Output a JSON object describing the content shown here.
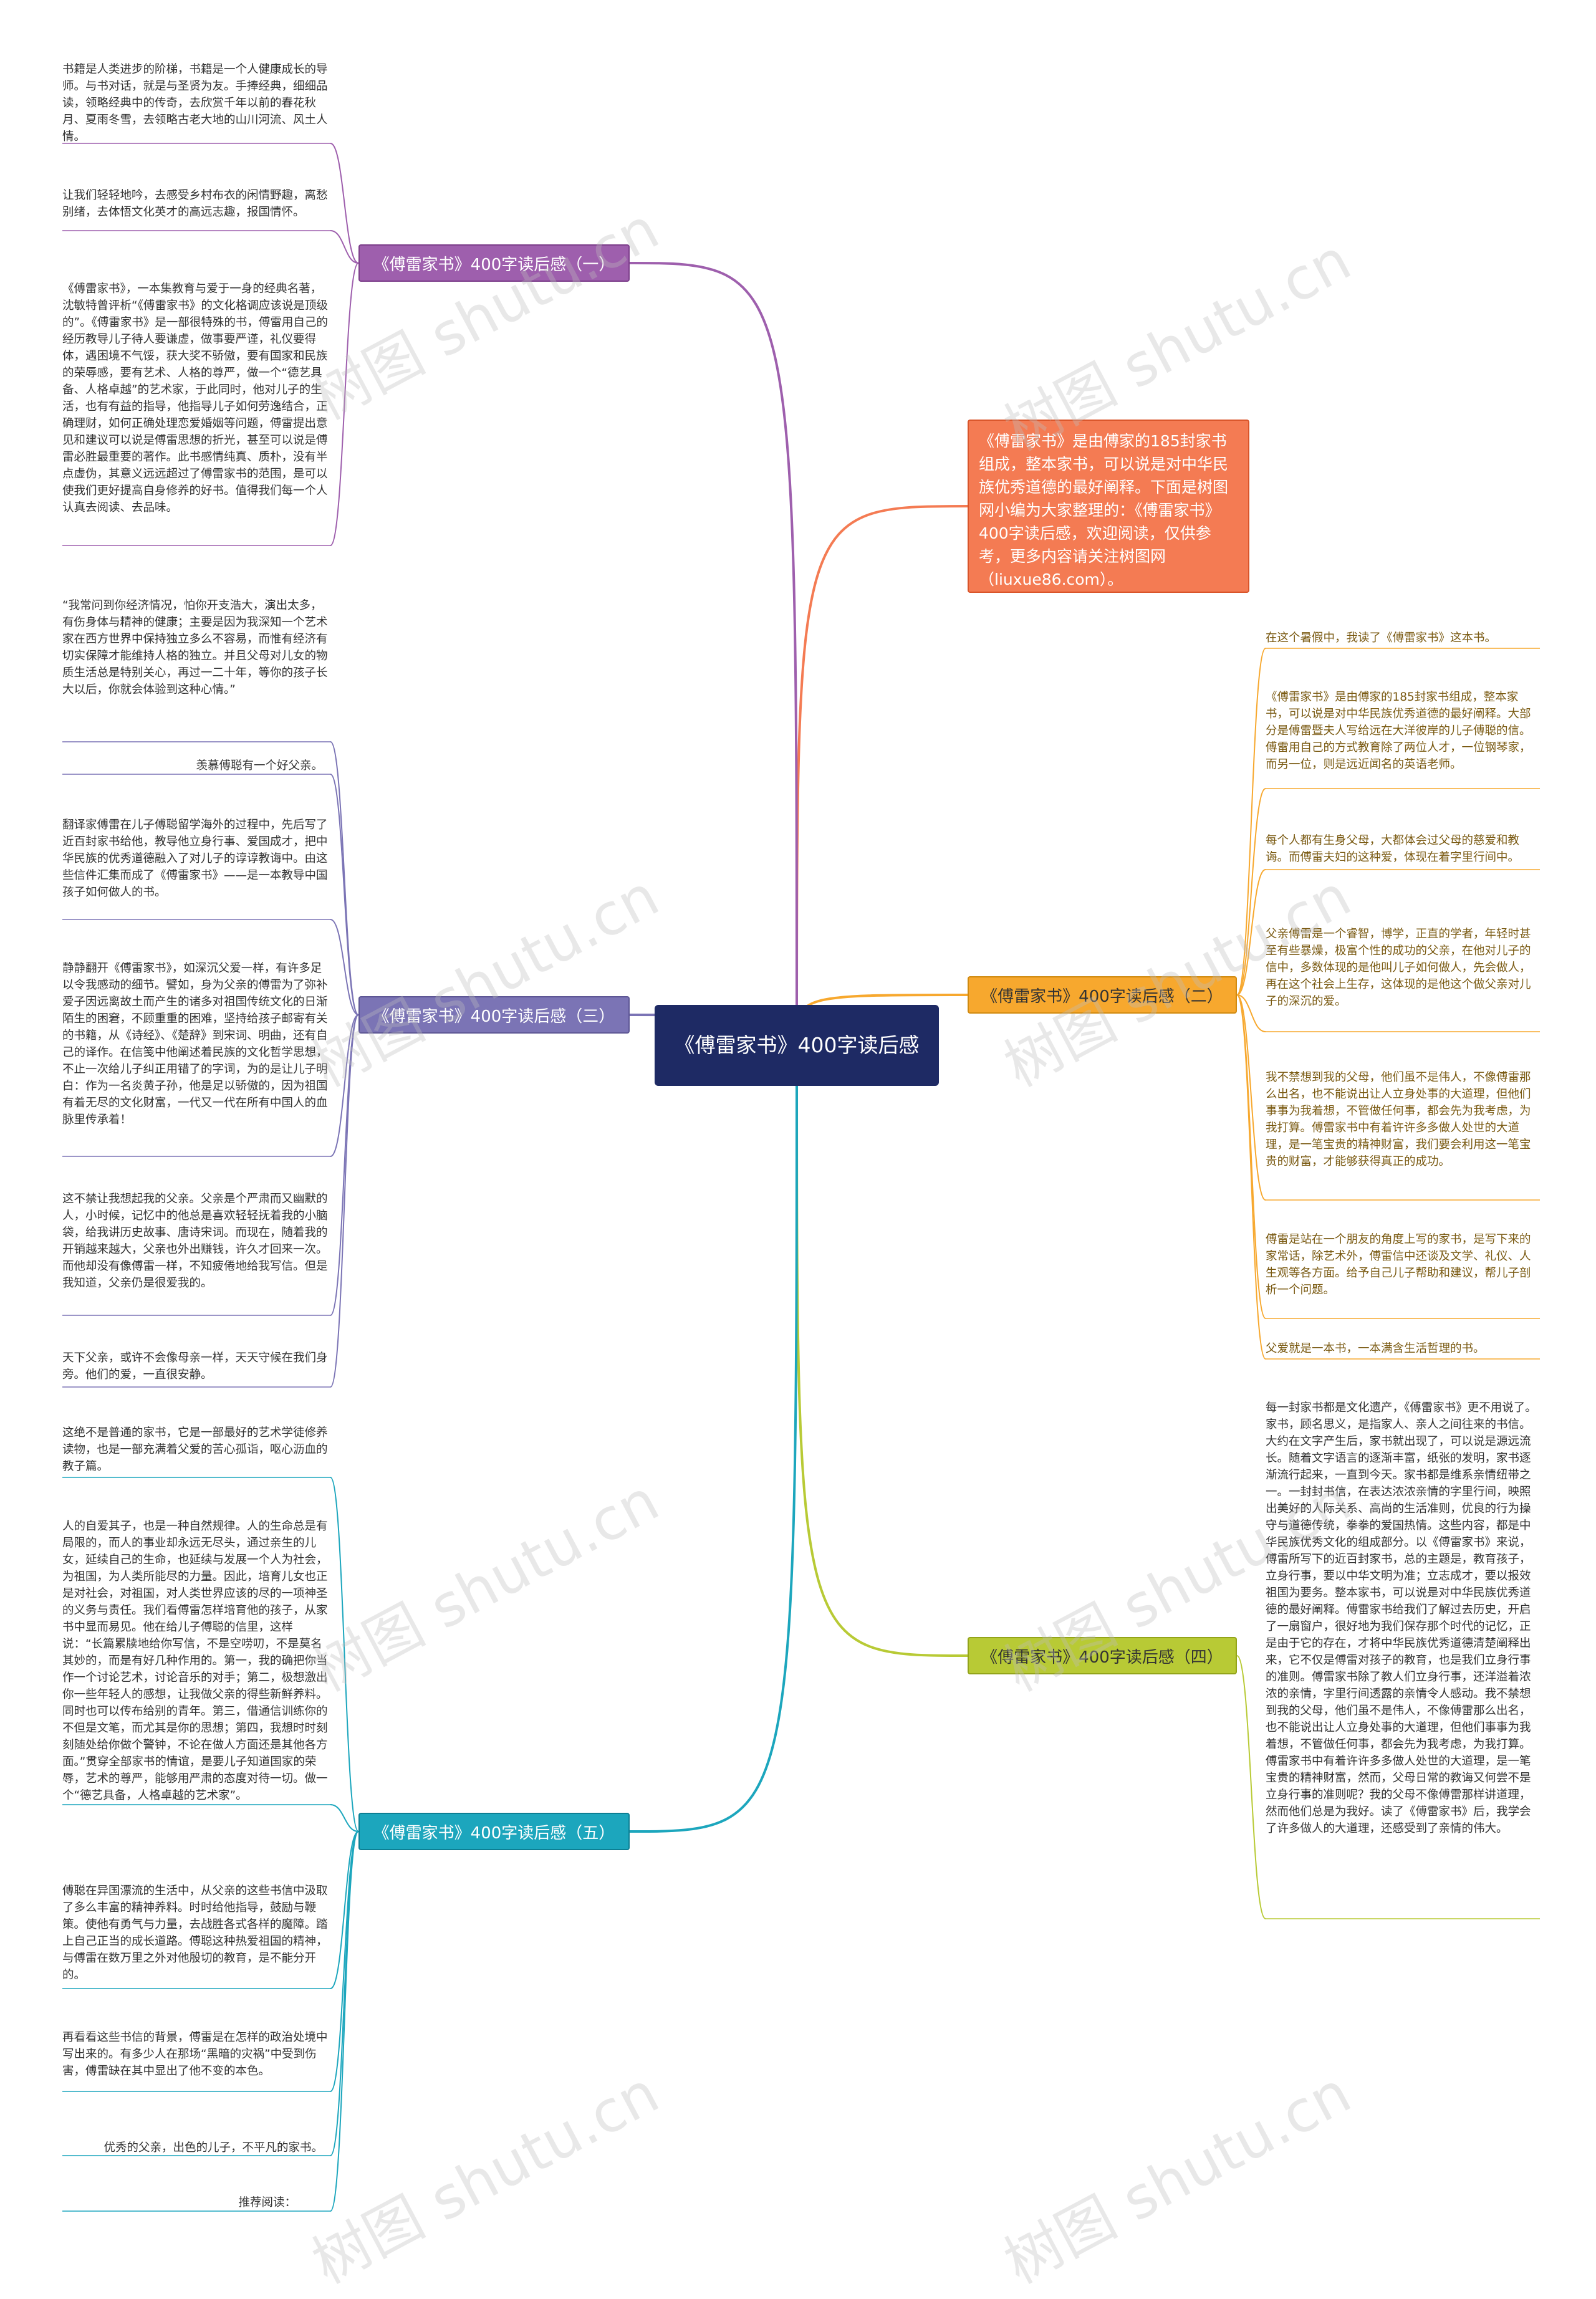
{
  "center": "《傅雷家书》400字读后感",
  "intro": "《傅雷家书》是由傅家的185封家书组成，整本家书，可以说是对中华民族优秀道德的最好阐释。下面是树图网小编为大家整理的：《傅雷家书》400字读后感，欢迎阅读，仅供参考，更多内容请关注树图网（liuxue86.com）。",
  "branches": [
    {
      "label": "《傅雷家书》400字读后感（一）",
      "leaves": [
        "书籍是人类进步的阶梯，书籍是一个人健康成长的导师。与书对话，就是与圣贤为友。手捧经典，细细品读，领略经典中的传奇，去欣赏千年以前的春花秋月、夏雨冬雪，去领略古老大地的山川河流、风土人情。",
        "让我们轻轻地吟，去感受乡村布衣的闲情野趣，离愁别绪，去体悟文化英才的高远志趣，报国情怀。",
        "《傅雷家书》，一本集教育与爱于一身的经典名著，沈敏特曾评析“《傅雷家书》的文化格调应该说是顶级的”。《傅雷家书》是一部很特殊的书，傅雷用自己的经历教导儿子待人要谦虚，做事要严谨，礼仪要得体，遇困境不气馁，获大奖不骄傲，要有国家和民族的荣辱感，要有艺术、人格的尊严，做一个“德艺具备、人格卓越”的艺术家，于此同时，他对儿子的生活，也有有益的指导，他指导儿子如何劳逸结合，正确理财，如何正确处理恋爱婚姻等问题，傅雷提出意见和建议可以说是傅雷思想的折光，甚至可以说是傅雷必胜最重要的著作。此书感情纯真、质朴，没有半点虚伪，其意义远远超过了傅雷家书的范围，是可以使我们更好提高自身修养的好书。值得我们每一个人认真去阅读、去品味。"
      ]
    },
    {
      "label": "《傅雷家书》400字读后感（二）",
      "leaves": [
        "在这个暑假中，我读了《傅雷家书》这本书。",
        "《傅雷家书》是由傅家的185封家书组成，整本家书，可以说是对中华民族优秀道德的最好阐释。大部分是傅雷暨夫人写给远在大洋彼岸的儿子傅聪的信。傅雷用自己的方式教育除了两位人才，一位钢琴家，而另一位，则是远近闻名的英语老师。",
        "每个人都有生身父母，大都体会过父母的慈爱和教诲。而傅雷夫妇的这种爱，体现在着字里行间中。",
        "父亲傅雷是一个睿智，博学，正直的学者，年轻时甚至有些暴燥，极富个性的成功的父亲，在他对儿子的信中，多数体现的是他叫儿子如何做人，先会做人，再在这个社会上生存，这体现的是他这个做父亲对儿子的深沉的爱。",
        "我不禁想到我的父母，他们虽不是伟人，不像傅雷那么出名，也不能说出让人立身处事的大道理，但他们事事为我着想，不管做任何事，都会先为我考虑，为我打算。傅雷家书中有着许许多多做人处世的大道理，是一笔宝贵的精神财富，我们要会利用这一笔宝贵的财富，才能够获得真正的成功。",
        "傅雷是站在一个朋友的角度上写的家书，是写下来的家常话，除艺术外，傅雷信中还谈及文学、礼仪、人生观等各方面。给予自己儿子帮助和建议，帮儿子剖析一个问题。",
        "父爱就是一本书，一本满含生活哲理的书。"
      ]
    },
    {
      "label": "《傅雷家书》400字读后感（三）",
      "leaves": [
        "“我常问到你经济情况，怕你开支浩大，演出太多，有伤身体与精神的健康；主要是因为我深知一个艺术家在西方世界中保持独立多么不容易，而惟有经济有切实保障才能维持人格的独立。并且父母对儿女的物质生活总是特别关心，再过一二十年，等你的孩子长大以后，你就会体验到这种心情。”",
        "羡慕傅聪有一个好父亲。",
        "翻译家傅雷在儿子傅聪留学海外的过程中，先后写了近百封家书给他，教导他立身行事、爱国成才，把中华民族的优秀道德融入了对儿子的谆谆教诲中。由这些信件汇集而成了《傅雷家书》——是一本教导中国孩子如何做人的书。",
        "静静翻开《傅雷家书》，如深沉父爱一样，有许多足以令我感动的细节。譬如，身为父亲的傅雷为了弥补爱子因远离故土而产生的诸多对祖国传统文化的日渐陌生的困窘，不顾重重的困难，坚持给孩子邮寄有关的书籍，从《诗经》、《楚辞》到宋词、明曲，还有自己的译作。在信笺中他阐述着民族的文化哲学思想，不止一次给儿子纠正用错了的字词，为的是让儿子明白：作为一名炎黄子孙，他是足以骄傲的，因为祖国有着无尽的文化财富，一代又一代在所有中国人的血脉里传承着！",
        "这不禁让我想起我的父亲。父亲是个严肃而又幽默的人，小时候，记忆中的他总是喜欢轻轻抚着我的小脑袋，给我讲历史故事、唐诗宋词。而现在，随着我的开销越来越大，父亲也外出赚钱，许久才回来一次。而他却没有像傅雷一样，不知疲倦地给我写信。但是我知道，父亲仍是很爱我的。",
        "天下父亲，或许不会像母亲一样，天天守候在我们身旁。他们的爱，一直很安静。"
      ]
    },
    {
      "label": "《傅雷家书》400字读后感（四）",
      "leaves": [
        "每一封家书都是文化遗产，《傅雷家书》更不用说了。家书，顾名思义，是指家人、亲人之间往来的书信。大约在文字产生后，家书就出现了，可以说是源远流长。随着文字语言的逐渐丰富，纸张的发明，家书逐渐流行起来，一直到今天。家书都是维系亲情纽带之一。一封封书信，在表达浓浓亲情的字里行间，映照出美好的人际关系、高尚的生活准则，优良的行为操守与道德传统，拳拳的爱国热情。这些内容，都是中华民族优秀文化的组成部分。以《傅雷家书》来说，傅雷所写下的近百封家书，总的主题是，教育孩子，立身行事，要以中华文明为准；立志成才，要以报效祖国为要务。整本家书，可以说是对中华民族优秀道德的最好阐释。傅雷家书给我们了解过去历史，开启了一扇窗户，很好地为我们保存那个时代的记忆，正是由于它的存在，才将中华民族优秀道德清楚阐释出来，它不仅是傅雷对孩子的教育，也是我们立身行事的准则。傅雷家书除了教人们立身行事，还洋溢着浓浓的亲情，字里行间透露的亲情令人感动。我不禁想到我的父母，他们虽不是伟人，不像傅雷那么出名，也不能说出让人立身处事的大道理，但他们事事为我着想，不管做任何事，都会先为我考虑，为我打算。傅雷家书中有着许许多多做人处世的大道理，是一笔宝贵的精神财富，然而，父母日常的教诲又何尝不是立身行事的准则呢？我的父母不像傅雷那样讲道理，然而他们总是为我好。读了《傅雷家书》后，我学会了许多做人的大道理，还感受到了亲情的伟大。"
      ]
    },
    {
      "label": "《傅雷家书》400字读后感（五）",
      "leaves": [
        "这绝不是普通的家书，它是一部最好的艺术学徒修养读物，也是一部充满着父爱的苦心孤诣，呕心沥血的教子篇。",
        "人的自爱其子，也是一种自然规律。人的生命总是有局限的，而人的事业却永远无尽头，通过亲生的儿女，延续自己的生命，也延续与发展一个人为社会，为祖国，为人类所能尽的力量。因此，培育儿女也正是对社会，对祖国，对人类世界应该的尽的一项神圣的义务与责任。我们看傅雷怎样培育他的孩子，从家书中显而易见。他在给儿子傅聪的信里，这样说：“长篇累牍地给你写信，不是空唠叨，不是莫名其妙的，而是有好几种作用的。第一，我的确把你当作一个讨论艺术，讨论音乐的对手；第二，极想激出你一些年轻人的感想，让我做父亲的得些新鲜养料。同时也可以传布给别的青年。第三，借通信训练你的不但是文笔，而尤其是你的思想；第四，我想时时刻刻随处给你做个警钟，不论在做人方面还是其他各方面。”贯穿全部家书的情谊，是要儿子知道国家的荣辱，艺术的尊严，能够用严肃的态度对待一切。做一个“德艺具备，人格卓越的艺术家”。",
        "傅聪在异国漂流的生活中，从父亲的这些书信中汲取了多么丰富的精神养料。时时给他指导，鼓励与鞭策。使他有勇气与力量，去战胜各式各样的魔障。踏上自己正当的成长道路。傅聪这种热爱祖国的精神，与傅雷在数万里之外对他殷切的教育，是不能分开的。",
        "再看看这些书信的背景，傅雷是在怎样的政治处境中写出来的。有多少人在那场“黑暗的灾祸”中受到伤害，傅雷缺在其中显出了他不变的本色。",
        "优秀的父亲，出色的儿子，不平凡的家书。",
        "推荐阅读："
      ]
    }
  ],
  "colors": {
    "b1": "#9e5fad",
    "b2": "#f7a82e",
    "b3": "#7b74b5",
    "b4": "#b8ca35",
    "b5": "#1ca6bd",
    "intro": "#f47b53"
  },
  "watermark": "树图 shutu.cn"
}
